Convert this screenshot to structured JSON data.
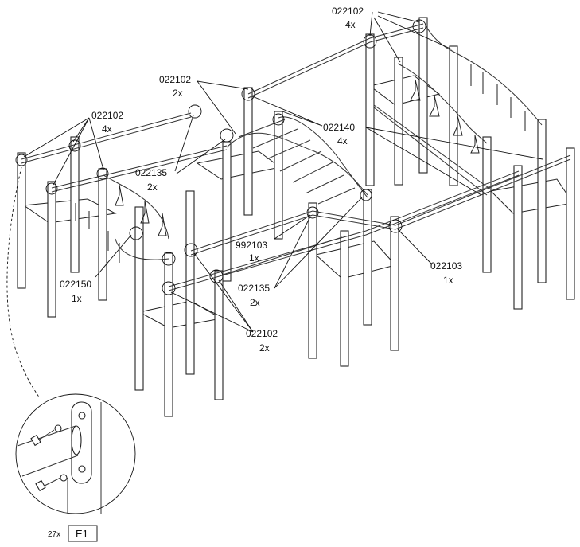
{
  "callouts": [
    {
      "code": "022102",
      "qty": "4x"
    },
    {
      "code": "022102",
      "qty": "2x"
    },
    {
      "code": "022102",
      "qty": "4x"
    },
    {
      "code": "022135",
      "qty": "2x"
    },
    {
      "code": "022140",
      "qty": "4x"
    },
    {
      "code": "992103",
      "qty": "1x"
    },
    {
      "code": "022150",
      "qty": "1x"
    },
    {
      "code": "022135",
      "qty": "2x"
    },
    {
      "code": "022103",
      "qty": "1x"
    },
    {
      "code": "022102",
      "qty": "2x"
    }
  ],
  "detail": {
    "quantity": "27x",
    "part_label": "E1"
  }
}
